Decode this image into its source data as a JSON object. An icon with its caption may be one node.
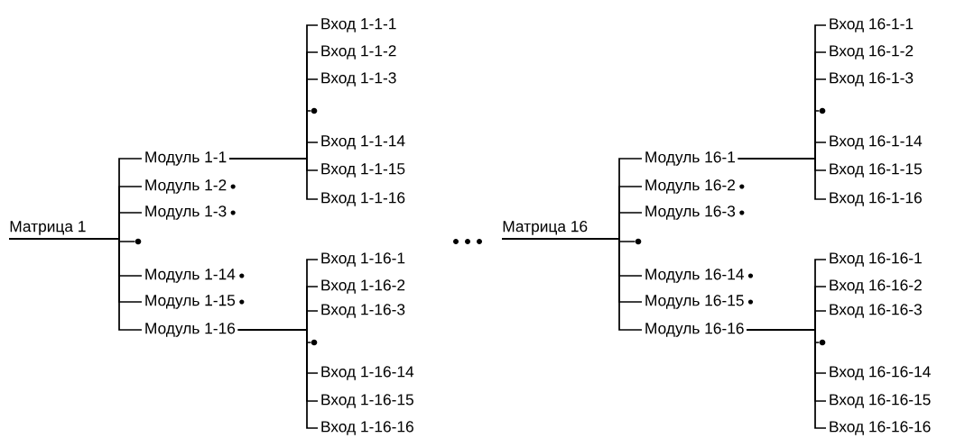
{
  "diagram": {
    "nodes": [
      {
        "text": [
          "Матрица 1"
        ]
      },
      {
        "text": [
          "Модуль 1-1"
        ]
      },
      {
        "text": [
          "Модуль 1-2"
        ]
      },
      {
        "text": [
          "Модуль 1-3"
        ]
      },
      {
        "text": [],
        "shape": "circle"
      },
      {
        "text": [
          "Модуль 1-14"
        ]
      },
      {
        "text": [
          "Модуль 1-15"
        ]
      },
      {
        "text": [
          "Модуль 1-16"
        ]
      },
      {
        "text": [
          "Вход 1-1-1"
        ]
      },
      {
        "text": [
          "Вход 1-1-2"
        ]
      },
      {
        "text": [
          "Вход 1-1-3"
        ]
      },
      {
        "text": [],
        "shape": "circle"
      },
      {
        "text": [
          "Вход 1-1-14"
        ]
      },
      {
        "text": [
          "Вход 1-1-15"
        ]
      },
      {
        "text": [
          "Вход 1-1-16"
        ]
      },
      {
        "text": [
          "Вход 1-16-1"
        ]
      },
      {
        "text": [
          "Вход 1-16-2"
        ]
      },
      {
        "text": [
          "Вход 1-16-3"
        ]
      },
      {
        "text": [],
        "shape": "circle"
      },
      {
        "text": [
          "Вход 1-16-14"
        ]
      },
      {
        "text": [
          "Вход 1-16-15"
        ]
      },
      {
        "text": [
          "Вход 1-16-16"
        ]
      },
      {
        "text": [
          "Матрица 16"
        ]
      },
      {
        "text": [
          "Модуль 16-1"
        ]
      },
      {
        "text": [
          "Модуль 16-2"
        ]
      },
      {
        "text": [
          "Модуль 16-3"
        ]
      },
      {
        "text": [],
        "shape": "circle"
      },
      {
        "text": [
          "Модуль 16-14"
        ]
      },
      {
        "text": [
          "Модуль 16-15"
        ]
      },
      {
        "text": [
          "Модуль 16-16"
        ]
      },
      {
        "text": [
          "Вход 16-1-1"
        ]
      },
      {
        "text": [
          "Вход 16-1-2"
        ]
      },
      {
        "text": [
          "Вход 16-1-3"
        ]
      },
      {
        "text": [],
        "shape": "circle"
      },
      {
        "text": [
          "Вход 16-1-14"
        ]
      },
      {
        "text": [
          "Вход 16-1-15"
        ]
      },
      {
        "text": [
          "Вход 16-1-16"
        ]
      },
      {
        "text": [
          "Вход 16-16-1"
        ]
      },
      {
        "text": [
          "Вход 16-16-2"
        ]
      },
      {
        "text": [
          "Вход 16-16-3"
        ]
      },
      {
        "text": [],
        "shape": "circle"
      },
      {
        "text": [
          "Вход 16-16-14"
        ]
      },
      {
        "text": [
          "Вход 16-16-15"
        ]
      },
      {
        "text": [
          "Вход 16-16-16"
        ]
      }
    ],
    "edges": [
      {
        "from": 0,
        "to": 1,
        "arrow": "none"
      },
      {
        "from": 0,
        "to": 2,
        "arrow": "none"
      },
      {
        "from": 0,
        "to": 3,
        "arrow": "none"
      },
      {
        "from": 0,
        "to": 4,
        "arrow": "none"
      },
      {
        "from": 0,
        "to": 5,
        "arrow": "none"
      },
      {
        "from": 0,
        "to": 6,
        "arrow": "none"
      },
      {
        "from": 0,
        "to": 7,
        "arrow": "none"
      },
      {
        "from": 1,
        "to": 8,
        "arrow": "none"
      },
      {
        "from": 1,
        "to": 9,
        "arrow": "none"
      },
      {
        "from": 1,
        "to": 10,
        "arrow": "none"
      },
      {
        "from": 1,
        "to": 11,
        "arrow": "none"
      },
      {
        "from": 1,
        "to": 12,
        "arrow": "none"
      },
      {
        "from": 1,
        "to": 13,
        "arrow": "none"
      },
      {
        "from": 1,
        "to": 14,
        "arrow": "none"
      },
      {
        "from": 7,
        "to": 15,
        "arrow": "none"
      },
      {
        "from": 7,
        "to": 16,
        "arrow": "none"
      },
      {
        "from": 7,
        "to": 17,
        "arrow": "none"
      },
      {
        "from": 7,
        "to": 18,
        "arrow": "none"
      },
      {
        "from": 7,
        "to": 19,
        "arrow": "none"
      },
      {
        "from": 7,
        "to": 20,
        "arrow": "none"
      },
      {
        "from": 7,
        "to": 21,
        "arrow": "none"
      },
      {
        "from": 22,
        "to": 23,
        "arrow": "none"
      },
      {
        "from": 22,
        "to": 24,
        "arrow": "none"
      },
      {
        "from": 22,
        "to": 25,
        "arrow": "none"
      },
      {
        "from": 22,
        "to": 26,
        "arrow": "none"
      },
      {
        "from": 22,
        "to": 27,
        "arrow": "none"
      },
      {
        "from": 22,
        "to": 28,
        "arrow": "none"
      },
      {
        "from": 22,
        "to": 29,
        "arrow": "none"
      },
      {
        "from": 23,
        "to": 30,
        "arrow": "none"
      },
      {
        "from": 23,
        "to": 31,
        "arrow": "none"
      },
      {
        "from": 23,
        "to": 32,
        "arrow": "none"
      },
      {
        "from": 23,
        "to": 33,
        "arrow": "none"
      },
      {
        "from": 23,
        "to": 34,
        "arrow": "none"
      },
      {
        "from": 23,
        "to": 35,
        "arrow": "none"
      },
      {
        "from": 23,
        "to": 36,
        "arrow": "none"
      },
      {
        "from": 29,
        "to": 37,
        "arrow": "none"
      },
      {
        "from": 29,
        "to": 38,
        "arrow": "none"
      },
      {
        "from": 29,
        "to": 39,
        "arrow": "none"
      },
      {
        "from": 29,
        "to": 40,
        "arrow": "none"
      },
      {
        "from": 29,
        "to": 41,
        "arrow": "none"
      },
      {
        "from": 29,
        "to": 42,
        "arrow": "none"
      },
      {
        "from": 29,
        "to": 43,
        "arrow": "none"
      }
    ]
  }
}
